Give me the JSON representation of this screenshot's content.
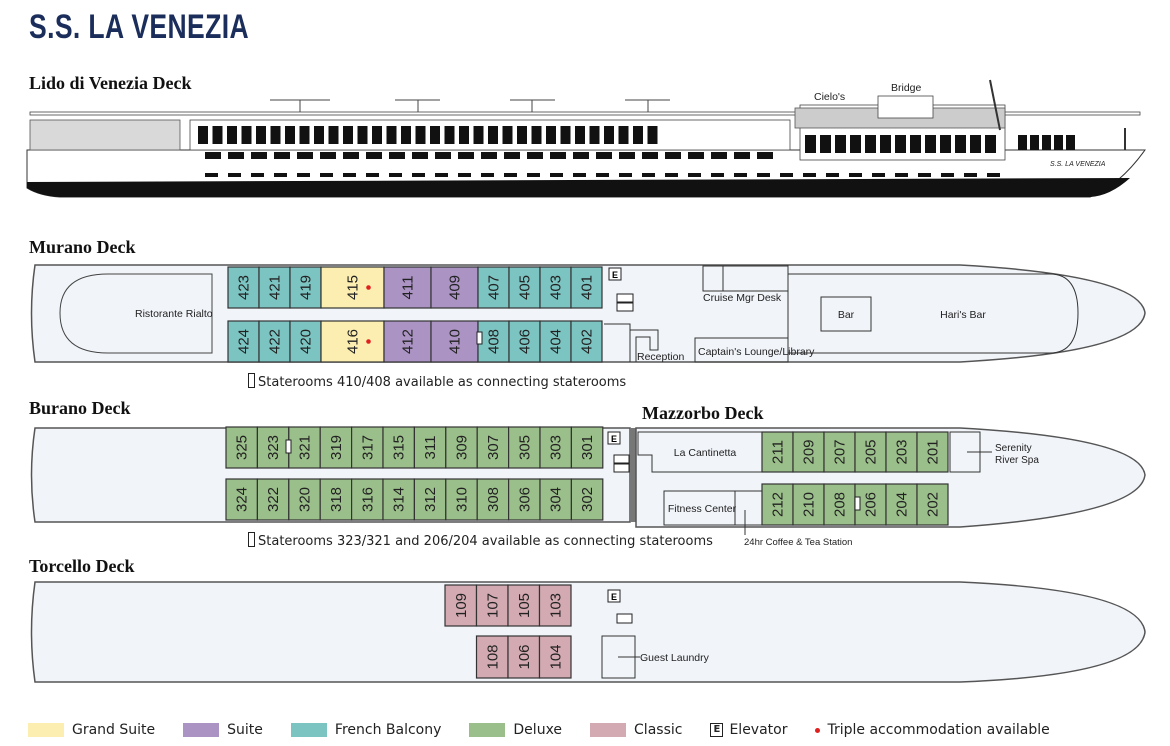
{
  "ship_name": "S.S. LA VENEZIA",
  "colors": {
    "title": "#1b2d5b",
    "grand_suite": "#fbeeb0",
    "suite": "#ab94c4",
    "french_balcony": "#7cc4c2",
    "deluxe": "#9bbf8a",
    "classic": "#d3aab2",
    "deck_fill": "#f1f4f9",
    "triple_dot": "#e0201f"
  },
  "decks": {
    "lido": {
      "name": "Lido di Venezia Deck",
      "labels": [
        "Cielo's",
        "Bridge"
      ],
      "hull_name": "S.S. LA VENEZIA"
    },
    "murano": {
      "name": "Murano Deck",
      "top_row": [
        {
          "num": "423",
          "type": "french_balcony"
        },
        {
          "num": "421",
          "type": "french_balcony"
        },
        {
          "num": "419",
          "type": "french_balcony"
        },
        {
          "num": "415",
          "type": "grand_suite",
          "triple": true
        },
        {
          "num": "411",
          "type": "suite"
        },
        {
          "num": "409",
          "type": "suite"
        },
        {
          "num": "407",
          "type": "french_balcony"
        },
        {
          "num": "405",
          "type": "french_balcony"
        },
        {
          "num": "403",
          "type": "french_balcony"
        },
        {
          "num": "401",
          "type": "french_balcony"
        }
      ],
      "bottom_row": [
        {
          "num": "424",
          "type": "french_balcony"
        },
        {
          "num": "422",
          "type": "french_balcony"
        },
        {
          "num": "420",
          "type": "french_balcony"
        },
        {
          "num": "416",
          "type": "grand_suite",
          "triple": true
        },
        {
          "num": "412",
          "type": "suite"
        },
        {
          "num": "410",
          "type": "suite"
        },
        {
          "num": "408",
          "type": "french_balcony"
        },
        {
          "num": "406",
          "type": "french_balcony"
        },
        {
          "num": "404",
          "type": "french_balcony"
        },
        {
          "num": "402",
          "type": "french_balcony"
        }
      ],
      "venues": {
        "restaurant": "Ristorante Rialto",
        "cruise_mgr": "Cruise Mgr Desk",
        "reception": "Reception",
        "lounge": "Captain's Lounge/Library",
        "bar": "Bar",
        "haris_bar": "Hari's Bar"
      },
      "elevator": "E",
      "note": "Staterooms 410/408 available as connecting staterooms"
    },
    "burano": {
      "name": "Burano Deck",
      "top_row": [
        "325",
        "323",
        "321",
        "319",
        "317",
        "315",
        "311",
        "309",
        "307",
        "305",
        "303",
        "301"
      ],
      "bottom_row": [
        "324",
        "322",
        "320",
        "318",
        "316",
        "314",
        "312",
        "310",
        "308",
        "306",
        "304",
        "302"
      ],
      "type": "deluxe",
      "elevator": "E",
      "note": "Staterooms 323/321 and 206/204 available as connecting staterooms"
    },
    "mazzorbo": {
      "name": "Mazzorbo Deck",
      "top_row": [
        "211",
        "209",
        "207",
        "205",
        "203",
        "201"
      ],
      "bottom_row": [
        "212",
        "210",
        "208",
        "206",
        "204",
        "202"
      ],
      "type": "deluxe",
      "venues": {
        "cantinetta": "La Cantinetta",
        "fitness": "Fitness Center",
        "spa": "Serenity River Spa",
        "coffee": "24hr Coffee & Tea Station"
      }
    },
    "torcello": {
      "name": "Torcello Deck",
      "top_row": [
        "109",
        "107",
        "105",
        "103"
      ],
      "bottom_row": [
        "108",
        "106",
        "104"
      ],
      "type": "classic",
      "elevator": "E",
      "venues": {
        "laundry": "Guest Laundry"
      }
    }
  },
  "legend": [
    {
      "key": "grand_suite",
      "label": "Grand Suite"
    },
    {
      "key": "suite",
      "label": "Suite"
    },
    {
      "key": "french_balcony",
      "label": "French Balcony"
    },
    {
      "key": "deluxe",
      "label": "Deluxe"
    },
    {
      "key": "classic",
      "label": "Classic"
    }
  ],
  "legend_elevator": {
    "symbol": "E",
    "label": "Elevator"
  },
  "legend_triple": "Triple accommodation available"
}
